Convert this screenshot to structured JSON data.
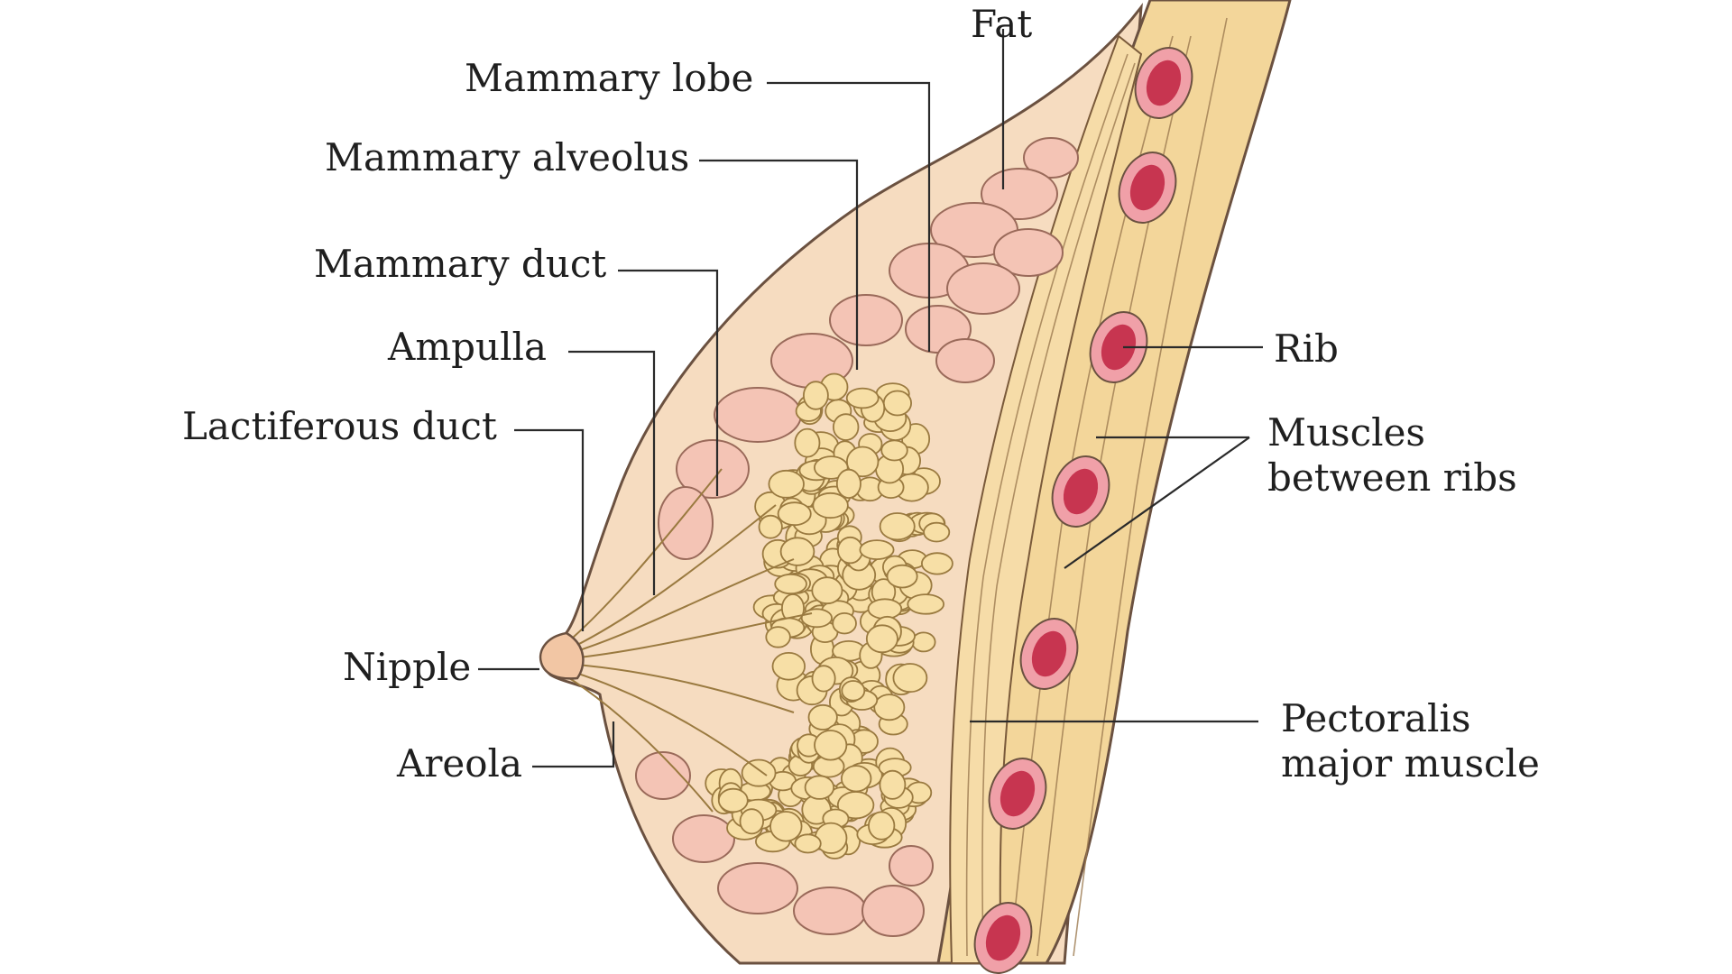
{
  "labels": {
    "fat": "Fat",
    "mammary_lobe": "Mammary lobe",
    "mammary_alveolus": "Mammary alveolus",
    "mammary_duct": "Mammary duct",
    "ampulla": "Ampulla",
    "lactiferous_duct": "Lactiferous duct",
    "nipple": "Nipple",
    "areola": "Areola",
    "rib": "Rib",
    "muscles_between_ribs": [
      "Muscles",
      "between ribs"
    ],
    "pectoralis_major_muscle": [
      "Pectoralis",
      "major muscle"
    ]
  },
  "colors": {
    "skin": "#f6dcc0",
    "skin_outline": "#6b5140",
    "fat_lobule": "#f4c4b5",
    "gland": "#f7dfa6",
    "muscle": "#f3d69a",
    "rib_outer": "#f0a0a8",
    "rib_inner": "#c73550",
    "leader": "#2a2a2a"
  }
}
